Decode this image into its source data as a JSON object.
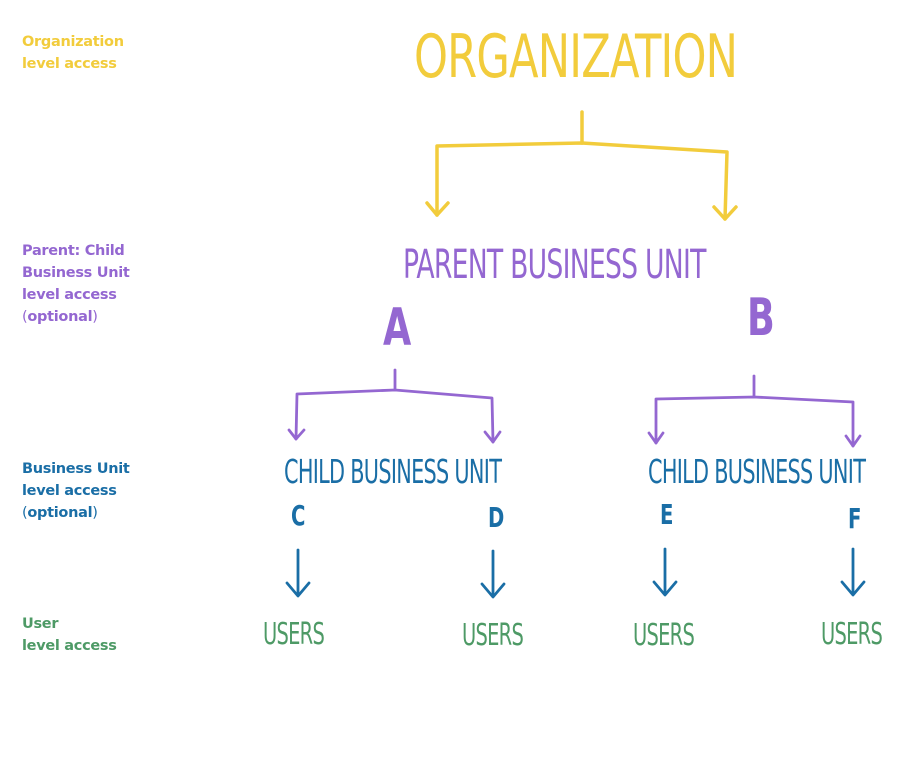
{
  "colors": {
    "org": "#f2cc3c",
    "parent": "#9467d1",
    "child": "#1a6ea6",
    "user": "#4e9a66"
  },
  "left_labels": {
    "org": [
      "Organization",
      "level access"
    ],
    "parent": [
      "Parent: Child",
      "Business Unit",
      "level access"
    ],
    "business": [
      "Business Unit",
      "level access"
    ],
    "user": [
      "User",
      "level access"
    ],
    "optional": "optional"
  },
  "diagram": {
    "organization": "ORGANIZATION",
    "parent_unit": "PARENT BUSINESS UNIT",
    "letter_a": "A",
    "letter_b": "B",
    "child_left": "CHILD BUSINESS UNIT",
    "child_right": "CHILD BUSINESS UNIT",
    "letter_c": "C",
    "letter_d": "D",
    "letter_e": "E",
    "letter_f": "F",
    "users": [
      "USERS",
      "USERS",
      "USERS",
      "USERS"
    ]
  }
}
